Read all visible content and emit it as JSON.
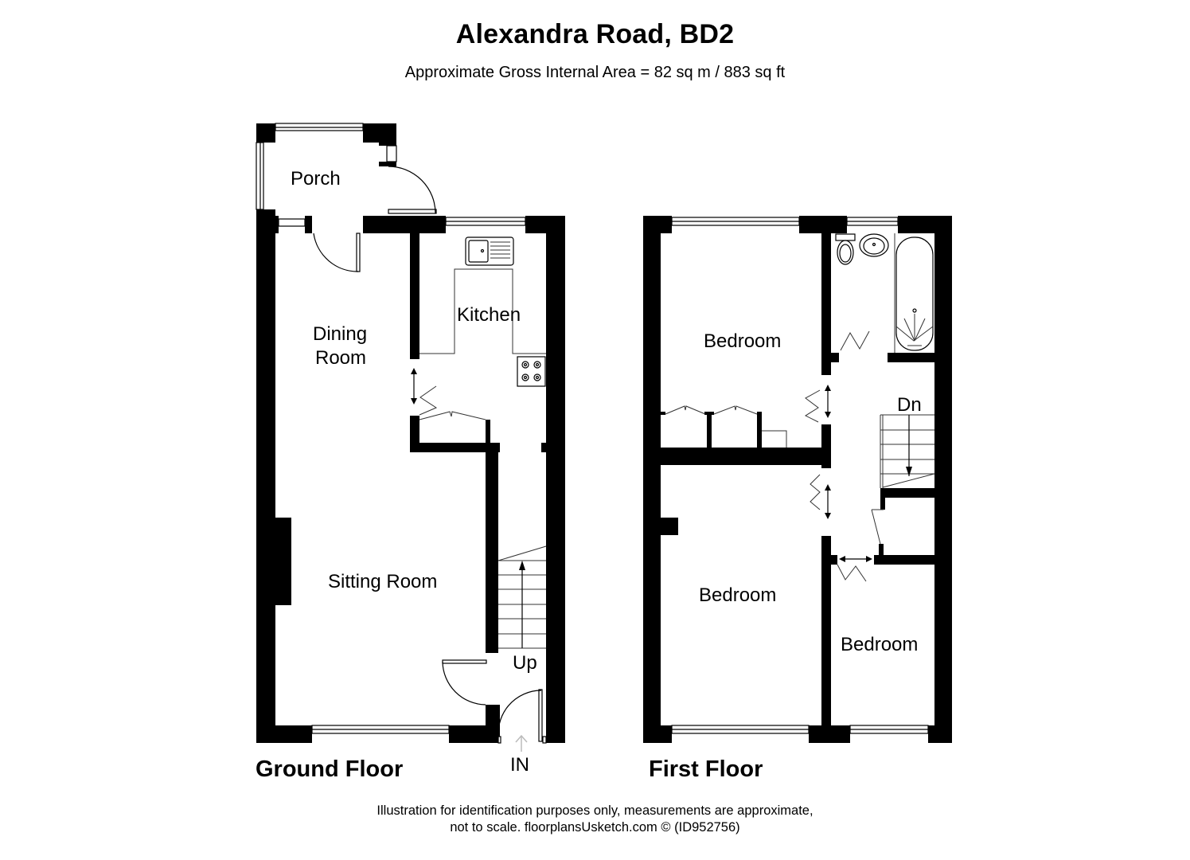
{
  "header": {
    "title": "Alexandra Road, BD2",
    "subtitle": "Approximate Gross Internal Area = 82 sq m / 883 sq ft"
  },
  "floors": {
    "ground": {
      "label": "Ground Floor",
      "rooms": {
        "porch": "Porch",
        "dining_line1": "Dining",
        "dining_line2": "Room",
        "kitchen": "Kitchen",
        "sitting": "Sitting Room"
      },
      "stairs_label": "Up",
      "entrance_label": "IN"
    },
    "first": {
      "label": "First Floor",
      "rooms": {
        "bedroom_front": "Bedroom",
        "bedroom_rear": "Bedroom",
        "bedroom_small": "Bedroom"
      },
      "stairs_label": "Dn"
    }
  },
  "footer": {
    "line1": "Illustration for identification purposes only, measurements are approximate,",
    "line2": "not to scale. floorplansUsketch.com © (ID952756)"
  }
}
